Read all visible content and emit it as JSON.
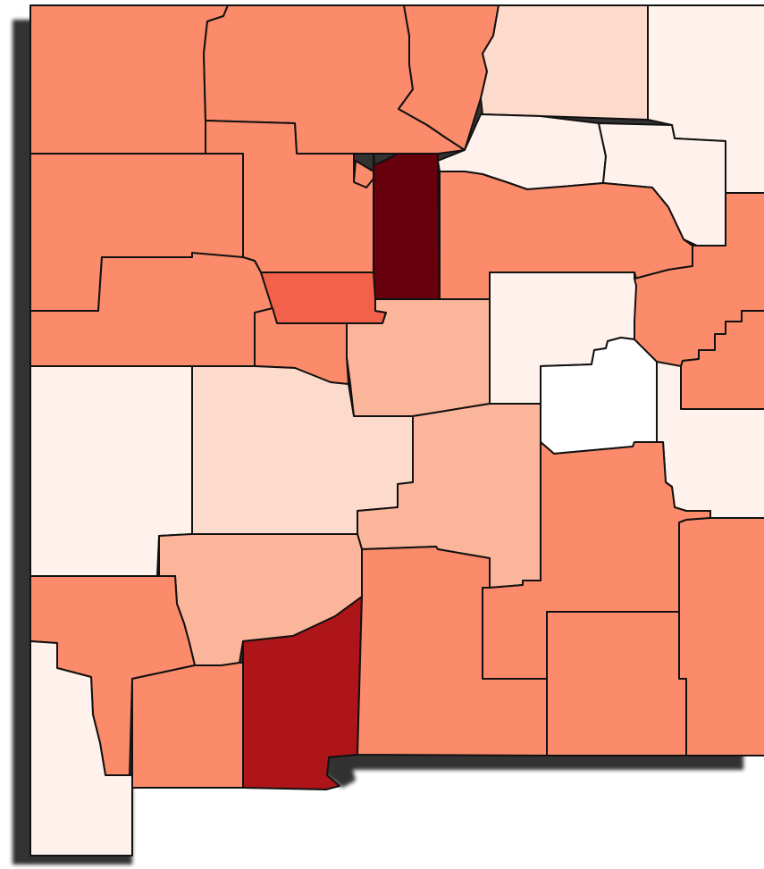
{
  "map": {
    "legend_colors": {
      "c0": "#ffffff",
      "c1": "#fff2ec",
      "c2": "#fddbcc",
      "c3": "#fbb59a",
      "c4": "#fb8b6a",
      "c5": "#f4614a",
      "c6": "#ad1518",
      "c7": "#67000d"
    },
    "shadow_color": "#333333",
    "counties": [
      {
        "id": "san-juan",
        "level": "c4"
      },
      {
        "id": "rio-arriba",
        "level": "c4"
      },
      {
        "id": "taos",
        "level": "c4"
      },
      {
        "id": "colfax",
        "level": "c2"
      },
      {
        "id": "union",
        "level": "c1"
      },
      {
        "id": "mckinley",
        "level": "c4"
      },
      {
        "id": "sandoval",
        "level": "c4"
      },
      {
        "id": "los-alamos",
        "level": "c4"
      },
      {
        "id": "santa-fe",
        "level": "c7"
      },
      {
        "id": "mora",
        "level": "c1"
      },
      {
        "id": "harding",
        "level": "c1"
      },
      {
        "id": "san-miguel",
        "level": "c4"
      },
      {
        "id": "quay",
        "level": "c4"
      },
      {
        "id": "cibola",
        "level": "c4"
      },
      {
        "id": "bernalillo",
        "level": "c5"
      },
      {
        "id": "valencia",
        "level": "c4"
      },
      {
        "id": "torrance",
        "level": "c3"
      },
      {
        "id": "guadalupe",
        "level": "c1"
      },
      {
        "id": "de-baca",
        "level": "c0"
      },
      {
        "id": "curry",
        "level": "c4"
      },
      {
        "id": "roosevelt",
        "level": "c1"
      },
      {
        "id": "catron",
        "level": "c1"
      },
      {
        "id": "socorro",
        "level": "c2"
      },
      {
        "id": "lincoln",
        "level": "c3"
      },
      {
        "id": "sierra",
        "level": "c3"
      },
      {
        "id": "chaves",
        "level": "c4"
      },
      {
        "id": "grant",
        "level": "c4"
      },
      {
        "id": "hidalgo",
        "level": "c1"
      },
      {
        "id": "luna",
        "level": "c4"
      },
      {
        "id": "dona-ana",
        "level": "c6"
      },
      {
        "id": "otero",
        "level": "c4"
      },
      {
        "id": "eddy",
        "level": "c4"
      },
      {
        "id": "lea",
        "level": "c4"
      }
    ]
  }
}
